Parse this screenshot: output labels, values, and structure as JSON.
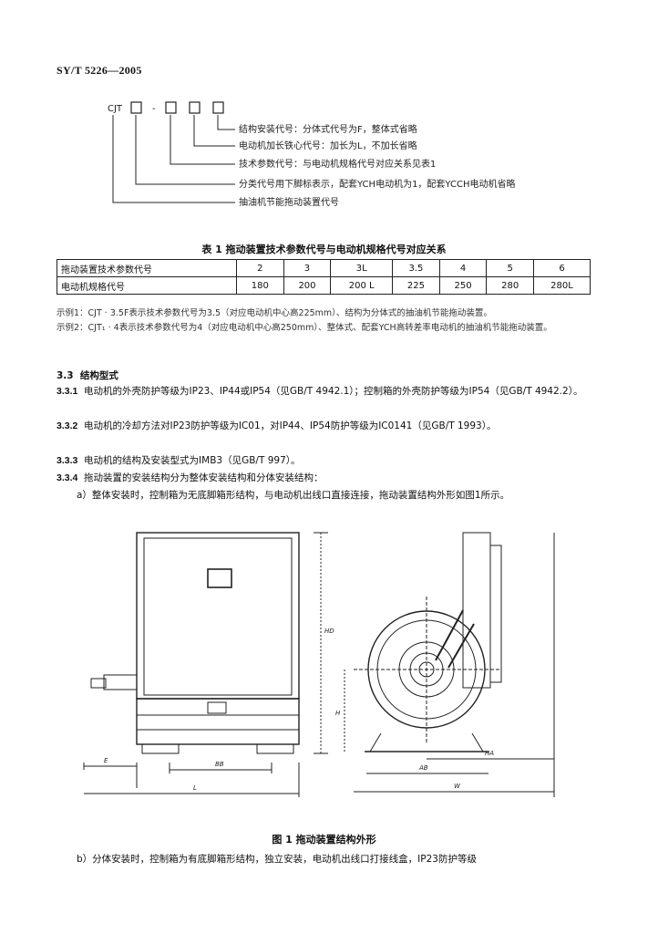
{
  "header": {
    "code": "SY/T 5226—2005"
  },
  "code_diagram": {
    "prefix": "CJT",
    "dash": "-",
    "labels": [
      "结构安装代号：分体式代号为F，整体式省略",
      "电动机加长铁心代号：加长为L，不加长省略",
      "技术参数代号：与电动机规格代号对应关系见表1",
      "分类代号用下脚标表示，配套YCH电动机为1，配套YCCH电动机省略",
      "抽油机节能拖动装置代号"
    ]
  },
  "table1": {
    "title": "表 1   拖动装置技术参数代号与电动机规格代号对应关系",
    "row1_label": "拖动装置技术参数代号",
    "row1": [
      "2",
      "3",
      "3L",
      "3.5",
      "4",
      "5",
      "6"
    ],
    "row2_label": "电动机规格代号",
    "row2": [
      "180",
      "200",
      "200 L",
      "225",
      "250",
      "280",
      "280L"
    ]
  },
  "notes": [
    "示例1：CJT · 3.5F表示技术参数代号为3.5（对应电动机中心高225mm）、结构为分体式的抽油机节能拖动装置。",
    "示例2：CJT₁ · 4表示技术参数代号为4（对应电动机中心高250mm）、整体式、配套YCH高转差率电动机的抽油机节能拖动装置。"
  ],
  "section": {
    "num": "3.3",
    "title": "结构型式"
  },
  "paras": [
    {
      "num": "3.3.1",
      "text": "电动机的外壳防护等级为IP23、IP44或IP54（见GB/T 4942.1）；控制箱的外壳防护等级为IP54（见GB/T 4942.2）。"
    },
    {
      "num": "3.3.2",
      "text": "电动机的冷却方法对IP23防护等级为IC01，对IP44、IP54防护等级为IC0141（见GB/T 1993）。"
    },
    {
      "num": "3.3.3",
      "text": "电动机的结构及安装型式为IMB3（见GB/T 997）。"
    },
    {
      "num": "3.3.4",
      "text": "拖动装置的安装结构分为整体安装结构和分体安装结构："
    }
  ],
  "item_a": "a）整体安装时，控制箱为无底脚箱形结构，与电动机出线口直接连接，拖动装置结构外形如图1所示。",
  "figure": {
    "caption": "图 1   拖动装置结构外形",
    "dims": {
      "E": "E",
      "BB": "BB",
      "L": "L",
      "H": "H",
      "HD": "HD",
      "AB": "AB",
      "W": "W",
      "HA": "HA"
    }
  },
  "item_b": "b）分体安装时，控制箱为有底脚箱形结构，独立安装，电动机出线口打接线盒，IP23防护等级",
  "colors": {
    "ink": "#111111",
    "line": "#222222"
  }
}
